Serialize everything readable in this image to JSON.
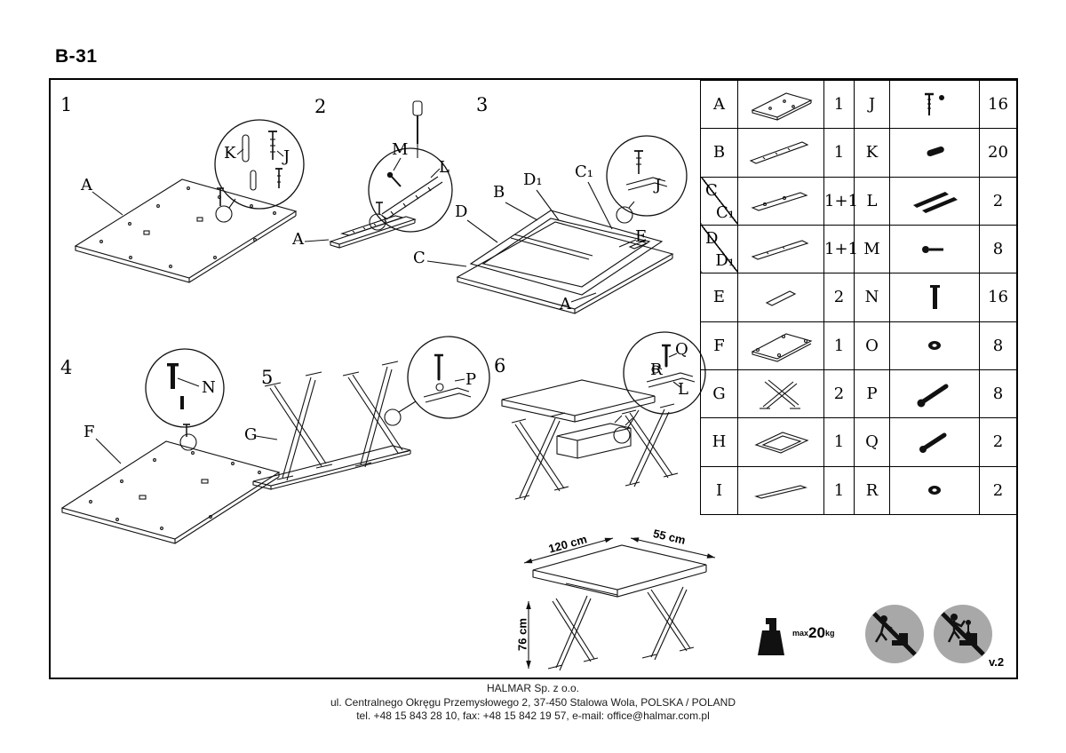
{
  "title": "B-31",
  "version": "v.2",
  "colors": {
    "line": "#111111",
    "warning_circle": "#a8a8a8"
  },
  "steps": {
    "s1": {
      "num": "1",
      "part": "A",
      "callout": {
        "k": "K",
        "j": "J"
      }
    },
    "s2": {
      "num": "2",
      "part": "A",
      "callout": {
        "m": "M",
        "l": "L"
      }
    },
    "s3": {
      "num": "3",
      "labels": {
        "b": "B",
        "d1": "D₁",
        "c1": "C₁",
        "d": "D",
        "c": "C",
        "e": "E",
        "a": "A"
      },
      "callout": {
        "j": "J"
      }
    },
    "s4": {
      "num": "4",
      "part": "F",
      "callout": {
        "n": "N"
      }
    },
    "s5": {
      "num": "5",
      "part": "G",
      "callout": {
        "p": "P"
      }
    },
    "s6": {
      "num": "6",
      "callout": {
        "q": "Q",
        "r": "R",
        "l": "L"
      }
    }
  },
  "dimensions": {
    "width": "120 cm",
    "depth": "55 cm",
    "height": "76 cm"
  },
  "load": {
    "prefix": "max",
    "value": "20",
    "unit": "kg"
  },
  "safety_icons": [
    "do-not-climb-icon",
    "do-not-let-children-climb-icon"
  ],
  "table": {
    "rows": [
      {
        "part": "A",
        "part_icon": "desktop-panel-icon",
        "qty": "1",
        "hw": "J",
        "hw_icon": "bolt-with-nut-icon",
        "hw_qty": "16"
      },
      {
        "part": "B",
        "part_icon": "long-rail-icon",
        "qty": "1",
        "hw": "K",
        "hw_icon": "wooden-dowel-icon",
        "hw_qty": "20"
      },
      {
        "part": "C",
        "part2": "C₁",
        "part_icon": "side-rail-icon",
        "qty": "1+1",
        "hw": "L",
        "hw_icon": "drawer-slides-icon",
        "hw_qty": "2"
      },
      {
        "part": "D",
        "part2": "D₁",
        "part_icon": "side-rail-icon",
        "qty": "1+1",
        "hw": "M",
        "hw_icon": "round-head-screw-icon",
        "hw_qty": "8"
      },
      {
        "part": "E",
        "part_icon": "short-rail-icon",
        "qty": "2",
        "hw": "N",
        "hw_icon": "pin-icon",
        "hw_qty": "16"
      },
      {
        "part": "F",
        "part_icon": "bottom-panel-icon",
        "qty": "1",
        "hw": "O",
        "hw_icon": "washer-icon",
        "hw_qty": "8"
      },
      {
        "part": "G",
        "part_icon": "x-leg-frame-icon",
        "qty": "2",
        "hw": "P",
        "hw_icon": "bolt-icon",
        "hw_qty": "8"
      },
      {
        "part": "H",
        "part_icon": "drawer-frame-icon",
        "qty": "1",
        "hw": "Q",
        "hw_icon": "bolt-icon",
        "hw_qty": "2"
      },
      {
        "part": "I",
        "part_icon": "front-strip-icon",
        "qty": "1",
        "hw": "R",
        "hw_icon": "washer-icon",
        "hw_qty": "2"
      }
    ]
  },
  "footer": {
    "line1": "HALMAR Sp. z o.o.",
    "line2": "ul. Centralnego Okręgu Przemysłowego 2, 37-450 Stalowa Wola, POLSKA / POLAND",
    "line3": "tel. +48 15 843 28 10, fax: +48 15 842 19 57, e-mail: office@halmar.com.pl"
  }
}
